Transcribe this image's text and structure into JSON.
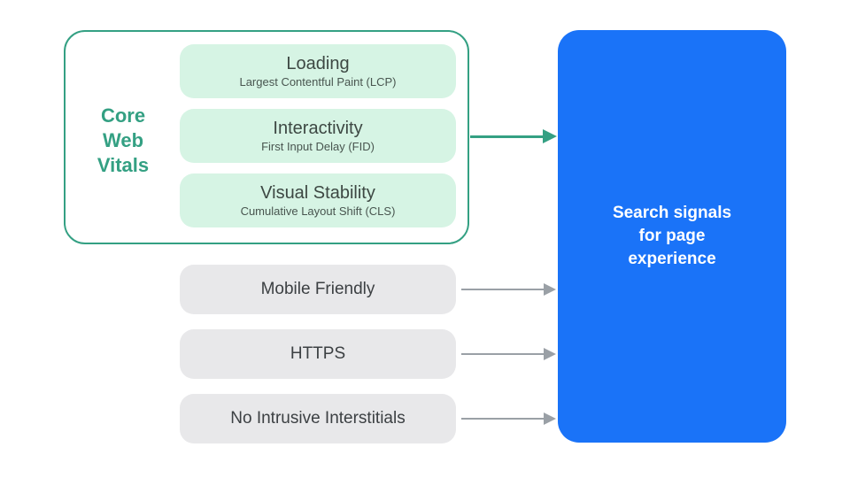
{
  "colors": {
    "accent_green": "#34A083",
    "mint_fill": "#D6F4E4",
    "blue_fill": "#1A73F8",
    "gray_fill": "#E8E8EA",
    "dark_text": "#3D4843",
    "gray_text": "#3C4043",
    "arrow_gray": "#9AA0A6"
  },
  "core_web_vitals": {
    "label": "Core\nWeb\nVitals",
    "items": [
      {
        "title": "Loading",
        "subtitle": "Largest Contentful Paint (LCP)"
      },
      {
        "title": "Interactivity",
        "subtitle": "First Input Delay (FID)"
      },
      {
        "title": "Visual Stability",
        "subtitle": "Cumulative Layout Shift (CLS)"
      }
    ]
  },
  "other_signals": [
    {
      "label": "Mobile Friendly"
    },
    {
      "label": "HTTPS"
    },
    {
      "label": "No Intrusive Interstitials"
    }
  ],
  "result_box": {
    "label": "Search signals\nfor page\nexperience"
  }
}
